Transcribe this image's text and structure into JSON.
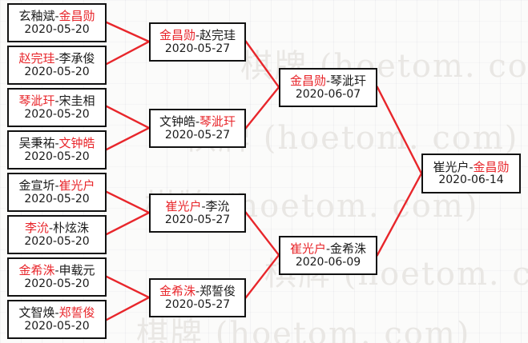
{
  "watermark": {
    "lines": [
      "棋牌 (hoetom. com)",
      "棋牌 (hoetom. com)",
      "棋牌 (hoetom. com)",
      "棋牌 (hoetom. com)",
      "棋牌 (hoetom. com)"
    ]
  },
  "colors": {
    "winner": "#e8262b",
    "loser": "#1a1a1a",
    "connector": "#e8262b",
    "box_border": "#111111",
    "background": "#fbfbfa"
  },
  "rounds": [
    {
      "name": "round-1",
      "matches": [
        {
          "left": "玄釉斌",
          "right": "金昌勋",
          "winner": "right",
          "date": "2020-05-20"
        },
        {
          "left": "赵完珪",
          "right": "李承俊",
          "winner": "left",
          "date": "2020-05-20"
        },
        {
          "left": "琴泚玕",
          "right": "宋圭相",
          "winner": "left",
          "date": "2020-05-20"
        },
        {
          "left": "吴秉祐",
          "right": "文钟皓",
          "winner": "right",
          "date": "2020-05-20"
        },
        {
          "left": "金宣圻",
          "right": "崔光户",
          "winner": "right",
          "date": "2020-05-20"
        },
        {
          "left": "李沇",
          "right": "朴炫洙",
          "winner": "left",
          "date": "2020-05-20"
        },
        {
          "left": "金希洙",
          "right": "申载元",
          "winner": "left",
          "date": "2020-05-20"
        },
        {
          "left": "文智焕",
          "right": "郑誓俊",
          "winner": "right",
          "date": "2020-05-20"
        }
      ]
    },
    {
      "name": "round-2",
      "matches": [
        {
          "left": "金昌勋",
          "right": "赵完珪",
          "winner": "left",
          "date": "2020-05-27"
        },
        {
          "left": "文钟皓",
          "right": "琴泚玕",
          "winner": "right",
          "date": "2020-05-27"
        },
        {
          "left": "崔光户",
          "right": "李沇",
          "winner": "left",
          "date": "2020-05-27"
        },
        {
          "left": "金希洙",
          "right": "郑誓俊",
          "winner": "left",
          "date": "2020-05-27"
        }
      ]
    },
    {
      "name": "semifinal",
      "matches": [
        {
          "left": "金昌勋",
          "right": "琴泚玕",
          "winner": "left",
          "date": "2020-06-07"
        },
        {
          "left": "崔光户",
          "right": "金希洙",
          "winner": "left",
          "date": "2020-06-09"
        }
      ]
    },
    {
      "name": "final",
      "matches": [
        {
          "left": "崔光户",
          "right": "金昌勋",
          "winner": "right",
          "date": "2020-06-14"
        }
      ]
    }
  ]
}
